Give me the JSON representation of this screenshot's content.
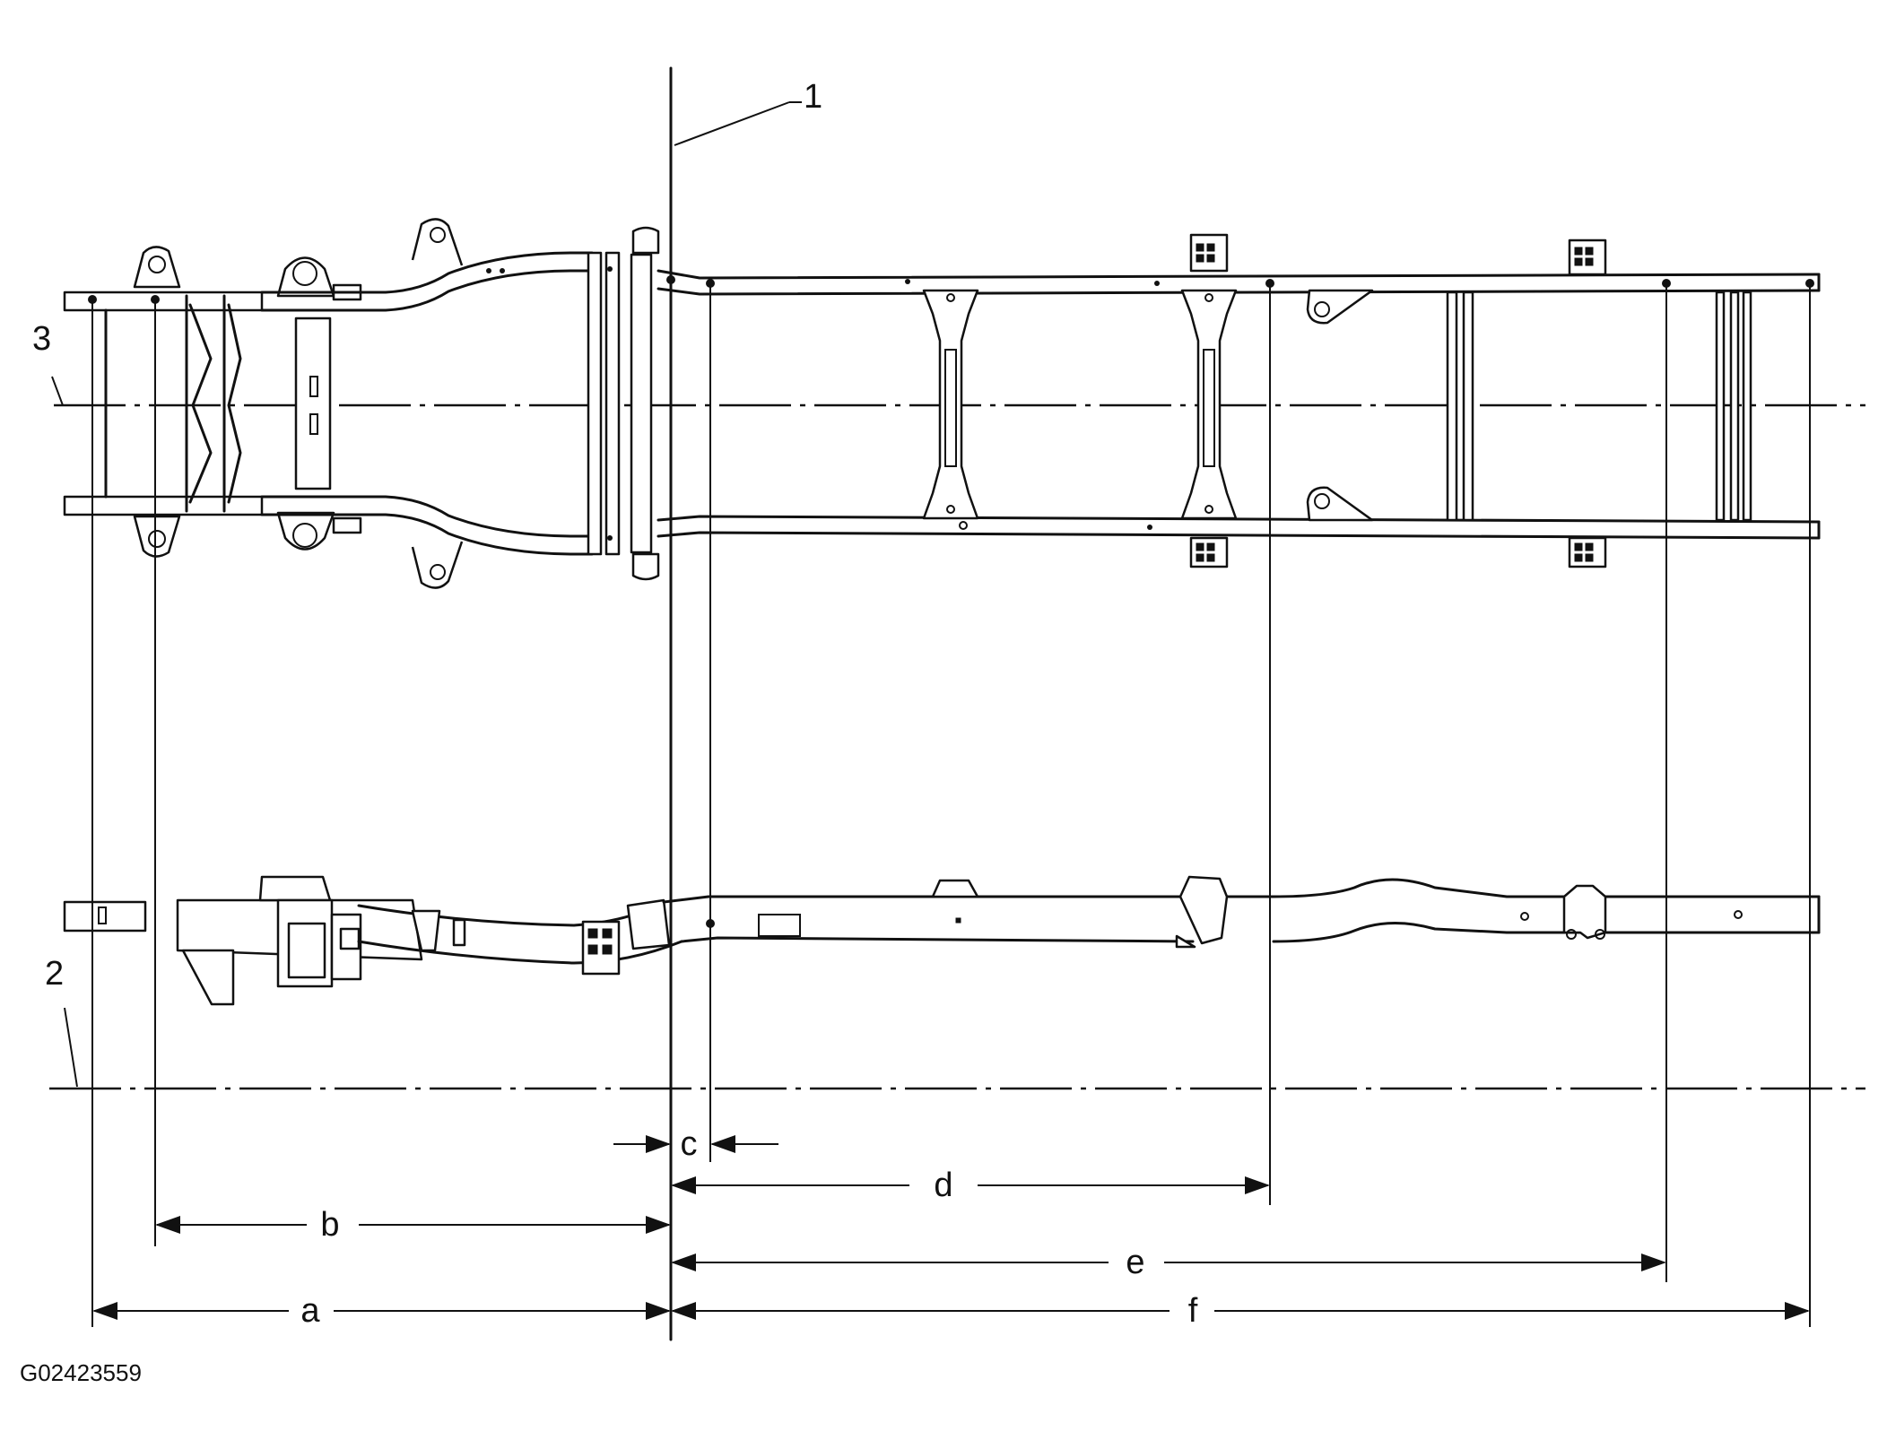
{
  "callouts": {
    "c1": "1",
    "c2": "2",
    "c3": "3"
  },
  "dimensions": {
    "a": "a",
    "b": "b",
    "c": "c",
    "d": "d",
    "e": "e",
    "f": "f"
  },
  "figure_code": "G02423559"
}
